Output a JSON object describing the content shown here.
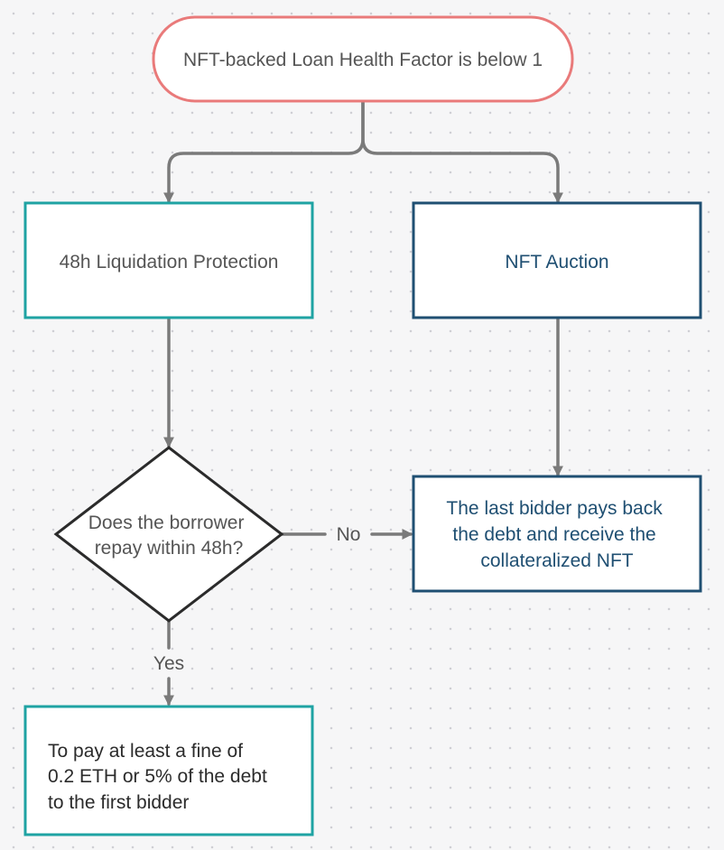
{
  "diagram": {
    "start": {
      "text": "NFT-backed Loan Health Factor is below 1"
    },
    "protection": {
      "text": "48h Liquidation Protection"
    },
    "auction": {
      "text": "NFT Auction"
    },
    "decision": {
      "lines": [
        "Does the borrower",
        "repay within 48h?"
      ]
    },
    "result": {
      "lines": [
        "The last bidder pays back",
        "the debt and receive the",
        "collateralized NFT"
      ]
    },
    "fine": {
      "lines": [
        "To pay at least a fine of",
        "0.2 ETH or 5% of the debt",
        "to the first bidder"
      ]
    },
    "edges": {
      "no_label": "No",
      "yes_label": "Yes"
    },
    "colors": {
      "start_border": "#e97a7a",
      "teal": "#1fa3a3",
      "navy": "#1f4f72",
      "connector": "#7a7a7a",
      "text_gray": "#555555",
      "text_dark": "#2b2b2b"
    }
  }
}
